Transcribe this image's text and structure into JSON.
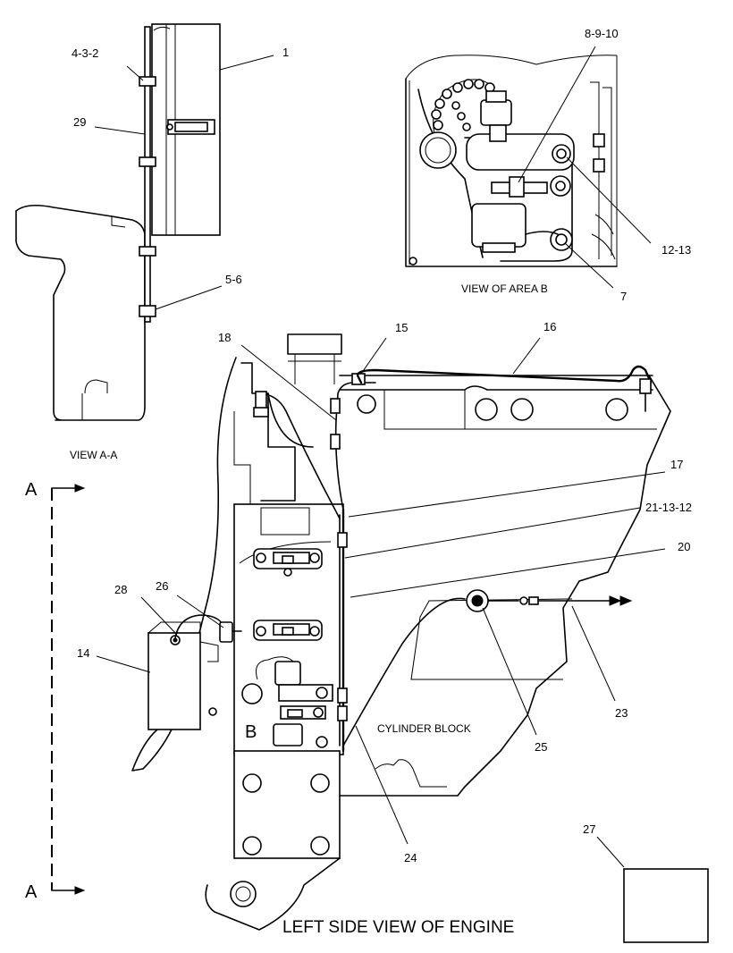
{
  "callouts": {
    "c1": "1",
    "c4_3_2": "4-3-2",
    "c29": "29",
    "c5_6": "5-6",
    "c8_9_10": "8-9-10",
    "c12_13": "12-13",
    "c7": "7",
    "c18": "18",
    "c15": "15",
    "c16": "16",
    "c17": "17",
    "c21_13_12": "21-13-12",
    "c20": "20",
    "c28": "28",
    "c26": "26",
    "c14": "14",
    "c23": "23",
    "c25": "25",
    "c24": "24",
    "c27": "27"
  },
  "captions": {
    "view_aa": "VIEW A-A",
    "view_area_b": "VIEW OF AREA B",
    "cylinder_block": "CYLINDER BLOCK",
    "left_side_view": "LEFT SIDE VIEW OF ENGINE",
    "area_b_marker": "B"
  },
  "section_markers": {
    "top": "A",
    "bottom": "A"
  }
}
